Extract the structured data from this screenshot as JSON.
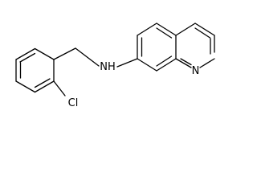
{
  "molecule": {
    "atom_labels": {
      "amine": "NH",
      "ring_nitrogen": "N",
      "chlorine": "Cl"
    }
  },
  "colors": {
    "bond": "#000000",
    "label": "#000000",
    "background": "#ffffff"
  }
}
